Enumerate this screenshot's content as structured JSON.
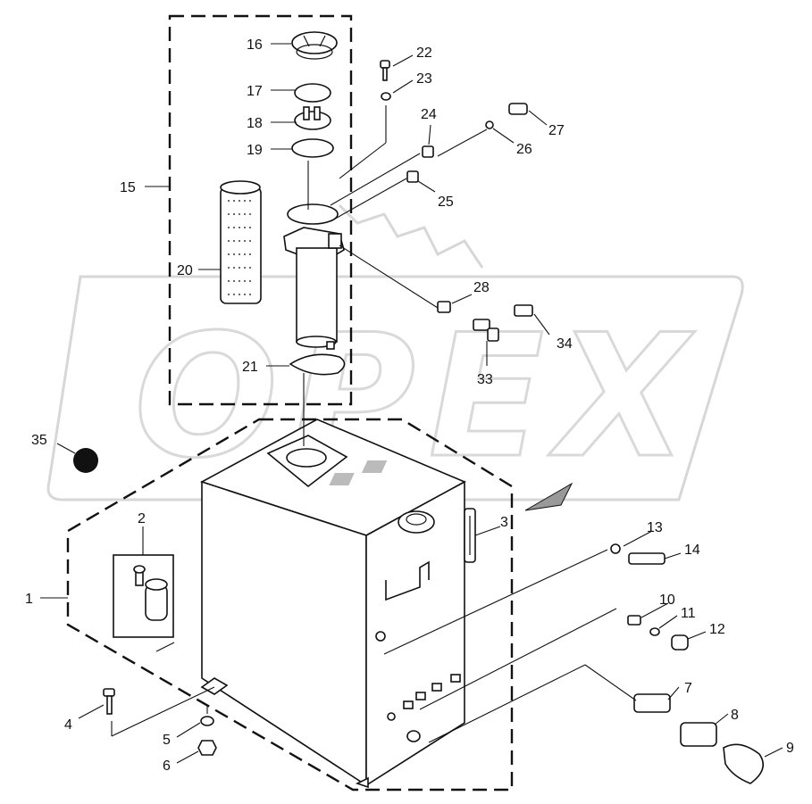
{
  "watermark": {
    "text": "OPEX"
  },
  "callouts": {
    "c1": "1",
    "c2": "2",
    "c3": "3",
    "c4": "4",
    "c5": "5",
    "c6": "6",
    "c7": "7",
    "c8": "8",
    "c9": "9",
    "c10": "10",
    "c11": "11",
    "c12": "12",
    "c13": "13",
    "c14": "14",
    "c15": "15",
    "c16": "16",
    "c17": "17",
    "c18": "18",
    "c19": "19",
    "c20": "20",
    "c21": "21",
    "c22": "22",
    "c23": "23",
    "c24": "24",
    "c25": "25",
    "c26": "26",
    "c27": "27",
    "c28": "28",
    "c33": "33",
    "c34": "34",
    "c35": "35"
  },
  "colors": {
    "line": "#111111",
    "watermark": "#d7d7d7",
    "background": "#ffffff"
  }
}
